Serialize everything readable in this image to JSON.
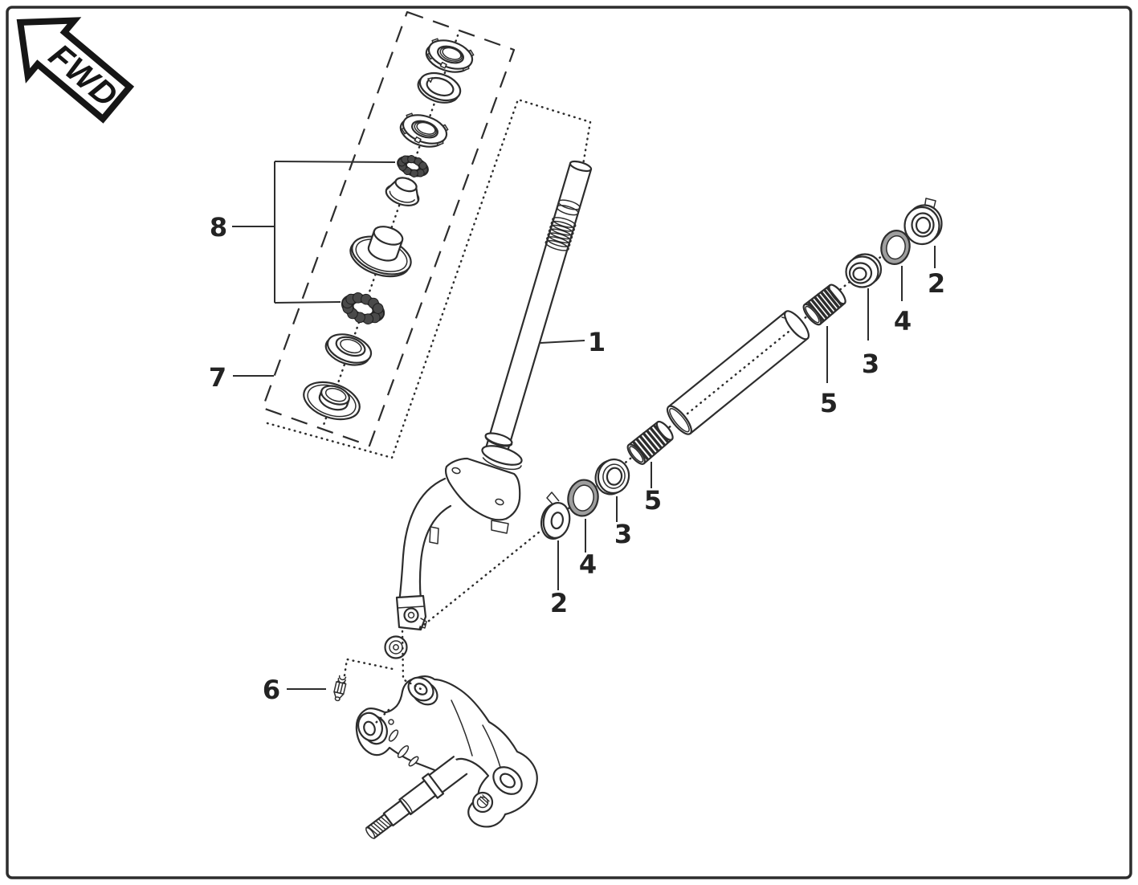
{
  "direction_arrow": {
    "label": "FWD"
  },
  "callouts": {
    "steering_stem": "1",
    "right_group": {
      "tab_washer": "2",
      "bushing": "3",
      "o_ring": "4",
      "needle_cage": "5"
    },
    "left_group": {
      "tab_washer": "2",
      "washer": "3",
      "o_ring": "4",
      "needle_cage": "5"
    },
    "grease_fitting": "6",
    "seal_kit_group": "7",
    "steel_ball_group": "8"
  },
  "colors": {
    "line": "#2d2d2d",
    "o_ring_fill": "#9e9e9e",
    "ball_fill": "#4a4a4a",
    "background": "#ffffff",
    "border": "#2d2d2d"
  }
}
